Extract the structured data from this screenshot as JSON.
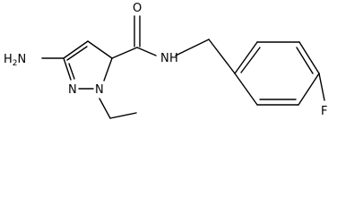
{
  "structure": {
    "atoms": {
      "amino": "H2N",
      "ring_n1": "N",
      "ring_n2": "N",
      "carbonyl_o": "O",
      "amide_n": "N",
      "amide_h": "H",
      "fluoro": "F"
    },
    "colors": {
      "ink": "#000000",
      "background": "#ffffff"
    }
  }
}
